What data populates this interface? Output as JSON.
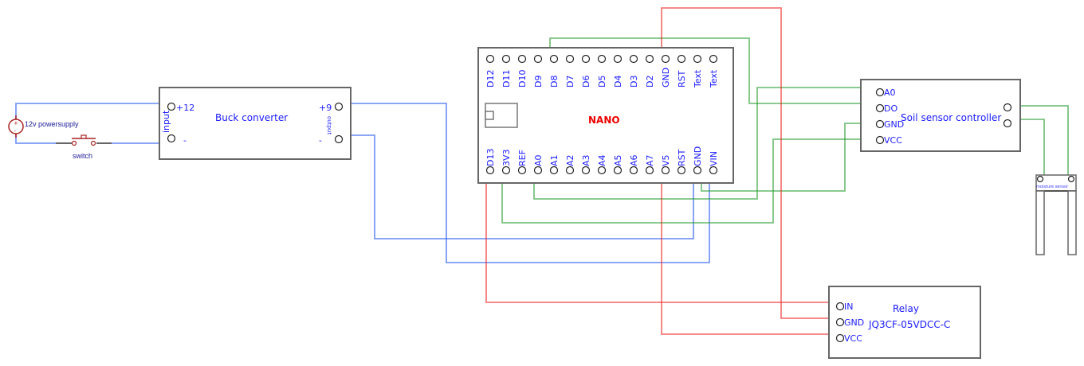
{
  "power_supply": {
    "label": "12v powersupply",
    "plus": "+",
    "minus": "-"
  },
  "switch": {
    "label": "switch"
  },
  "buck_converter": {
    "title": "Buck converter",
    "input_label": "input",
    "output_label": "output",
    "pins": {
      "in_plus": "+12",
      "in_minus": "-",
      "out_plus": "+9",
      "out_minus": "-"
    }
  },
  "nano": {
    "title": "NANO",
    "top_pins": [
      "D12",
      "D11",
      "D10",
      "D9",
      "D8",
      "D7",
      "D6",
      "D5",
      "D4",
      "D3",
      "D2",
      "GND",
      "RST",
      "Text",
      "Text"
    ],
    "bottom_pins": [
      "D13",
      "3V3",
      "REF",
      "A0",
      "A1",
      "A2",
      "A3",
      "A4",
      "A5",
      "A6",
      "A7",
      "V5",
      "RST",
      "GND",
      "VIN"
    ]
  },
  "soil_controller": {
    "title": "Soil sensor controller",
    "pins": [
      "A0",
      "DO",
      "GND",
      "VCC"
    ]
  },
  "moisture_sensor": {
    "label": "moisture sensor"
  },
  "relay": {
    "title": "Relay",
    "model": "JQ3CF-05VDCC-C",
    "pins": [
      "IN",
      "GND",
      "VCC"
    ]
  },
  "wire_colors": {
    "power": "#2255ee",
    "signal": "#22992b",
    "relay": "#ee2222"
  }
}
